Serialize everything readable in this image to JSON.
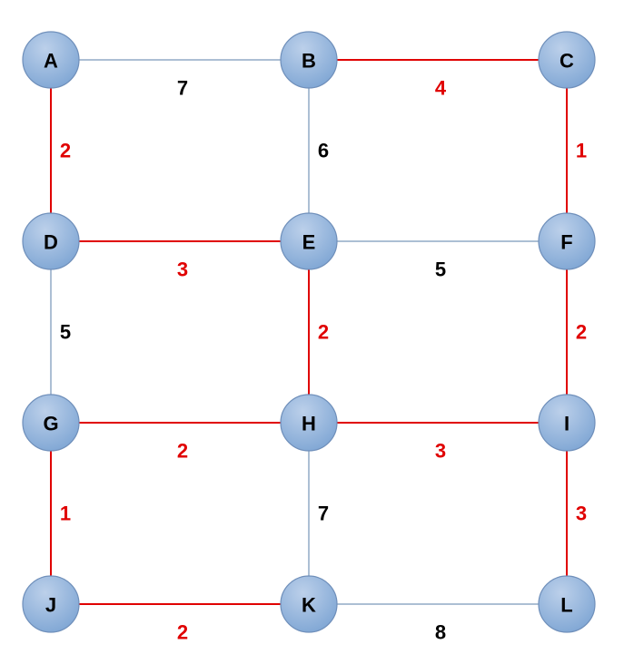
{
  "colors": {
    "mst_edge": "#e00000",
    "other_edge": "#5a7fa8",
    "mst_weight": "#e00000",
    "other_weight": "#000000",
    "node_fill_top": "#bcd0ea",
    "node_fill_bottom": "#7fa6d4",
    "node_stroke": "#6f8fba"
  },
  "nodes": [
    {
      "id": "A",
      "label": "A"
    },
    {
      "id": "B",
      "label": "B"
    },
    {
      "id": "C",
      "label": "C"
    },
    {
      "id": "D",
      "label": "D"
    },
    {
      "id": "E",
      "label": "E"
    },
    {
      "id": "F",
      "label": "F"
    },
    {
      "id": "G",
      "label": "G"
    },
    {
      "id": "H",
      "label": "H"
    },
    {
      "id": "I",
      "label": "I"
    },
    {
      "id": "J",
      "label": "J"
    },
    {
      "id": "K",
      "label": "K"
    },
    {
      "id": "L",
      "label": "L"
    }
  ],
  "edges": [
    {
      "from": "A",
      "to": "B",
      "weight": "7",
      "highlighted": false
    },
    {
      "from": "B",
      "to": "C",
      "weight": "4",
      "highlighted": true
    },
    {
      "from": "A",
      "to": "D",
      "weight": "2",
      "highlighted": true
    },
    {
      "from": "B",
      "to": "E",
      "weight": "6",
      "highlighted": false
    },
    {
      "from": "C",
      "to": "F",
      "weight": "1",
      "highlighted": true
    },
    {
      "from": "D",
      "to": "E",
      "weight": "3",
      "highlighted": true
    },
    {
      "from": "E",
      "to": "F",
      "weight": "5",
      "highlighted": false
    },
    {
      "from": "D",
      "to": "G",
      "weight": "5",
      "highlighted": false
    },
    {
      "from": "E",
      "to": "H",
      "weight": "2",
      "highlighted": true
    },
    {
      "from": "F",
      "to": "I",
      "weight": "2",
      "highlighted": true
    },
    {
      "from": "G",
      "to": "H",
      "weight": "2",
      "highlighted": true
    },
    {
      "from": "H",
      "to": "I",
      "weight": "3",
      "highlighted": true
    },
    {
      "from": "G",
      "to": "J",
      "weight": "1",
      "highlighted": true
    },
    {
      "from": "H",
      "to": "K",
      "weight": "7",
      "highlighted": false
    },
    {
      "from": "I",
      "to": "L",
      "weight": "3",
      "highlighted": true
    },
    {
      "from": "J",
      "to": "K",
      "weight": "2",
      "highlighted": true
    },
    {
      "from": "K",
      "to": "L",
      "weight": "8",
      "highlighted": false
    }
  ]
}
